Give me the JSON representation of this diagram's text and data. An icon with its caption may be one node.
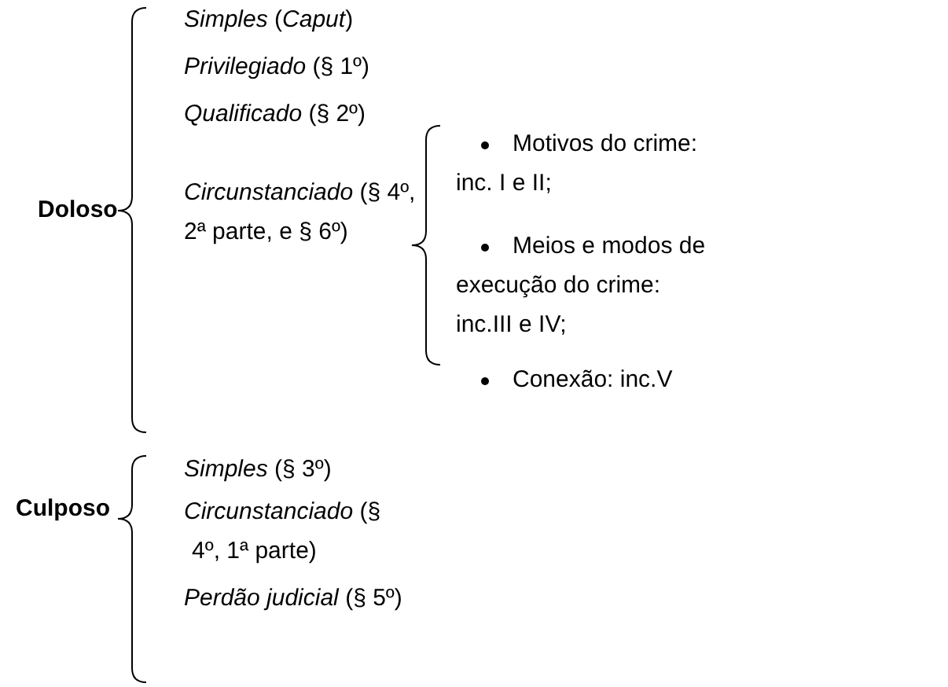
{
  "diagram": {
    "labels": [
      "Doloso",
      "*Simples* (*Caput*)",
      "*Privilegiado* (§ 1º)",
      "*Qualificado* (§ 2º)",
      "*Circunstanciado* (§ 4º, 2ª parte, e § 6º)",
      "Motivos do crime: inc. I e II;",
      "Meios e modos de execução do crime: inc.III e IV;",
      "Conexão: inc.V",
      "Culposo",
      "*Simples* (§ 3º)",
      "*Circunstanciado* (§ 4º, 1ª parte)",
      "*Perdão judicial* (§ 5º)"
    ]
  }
}
